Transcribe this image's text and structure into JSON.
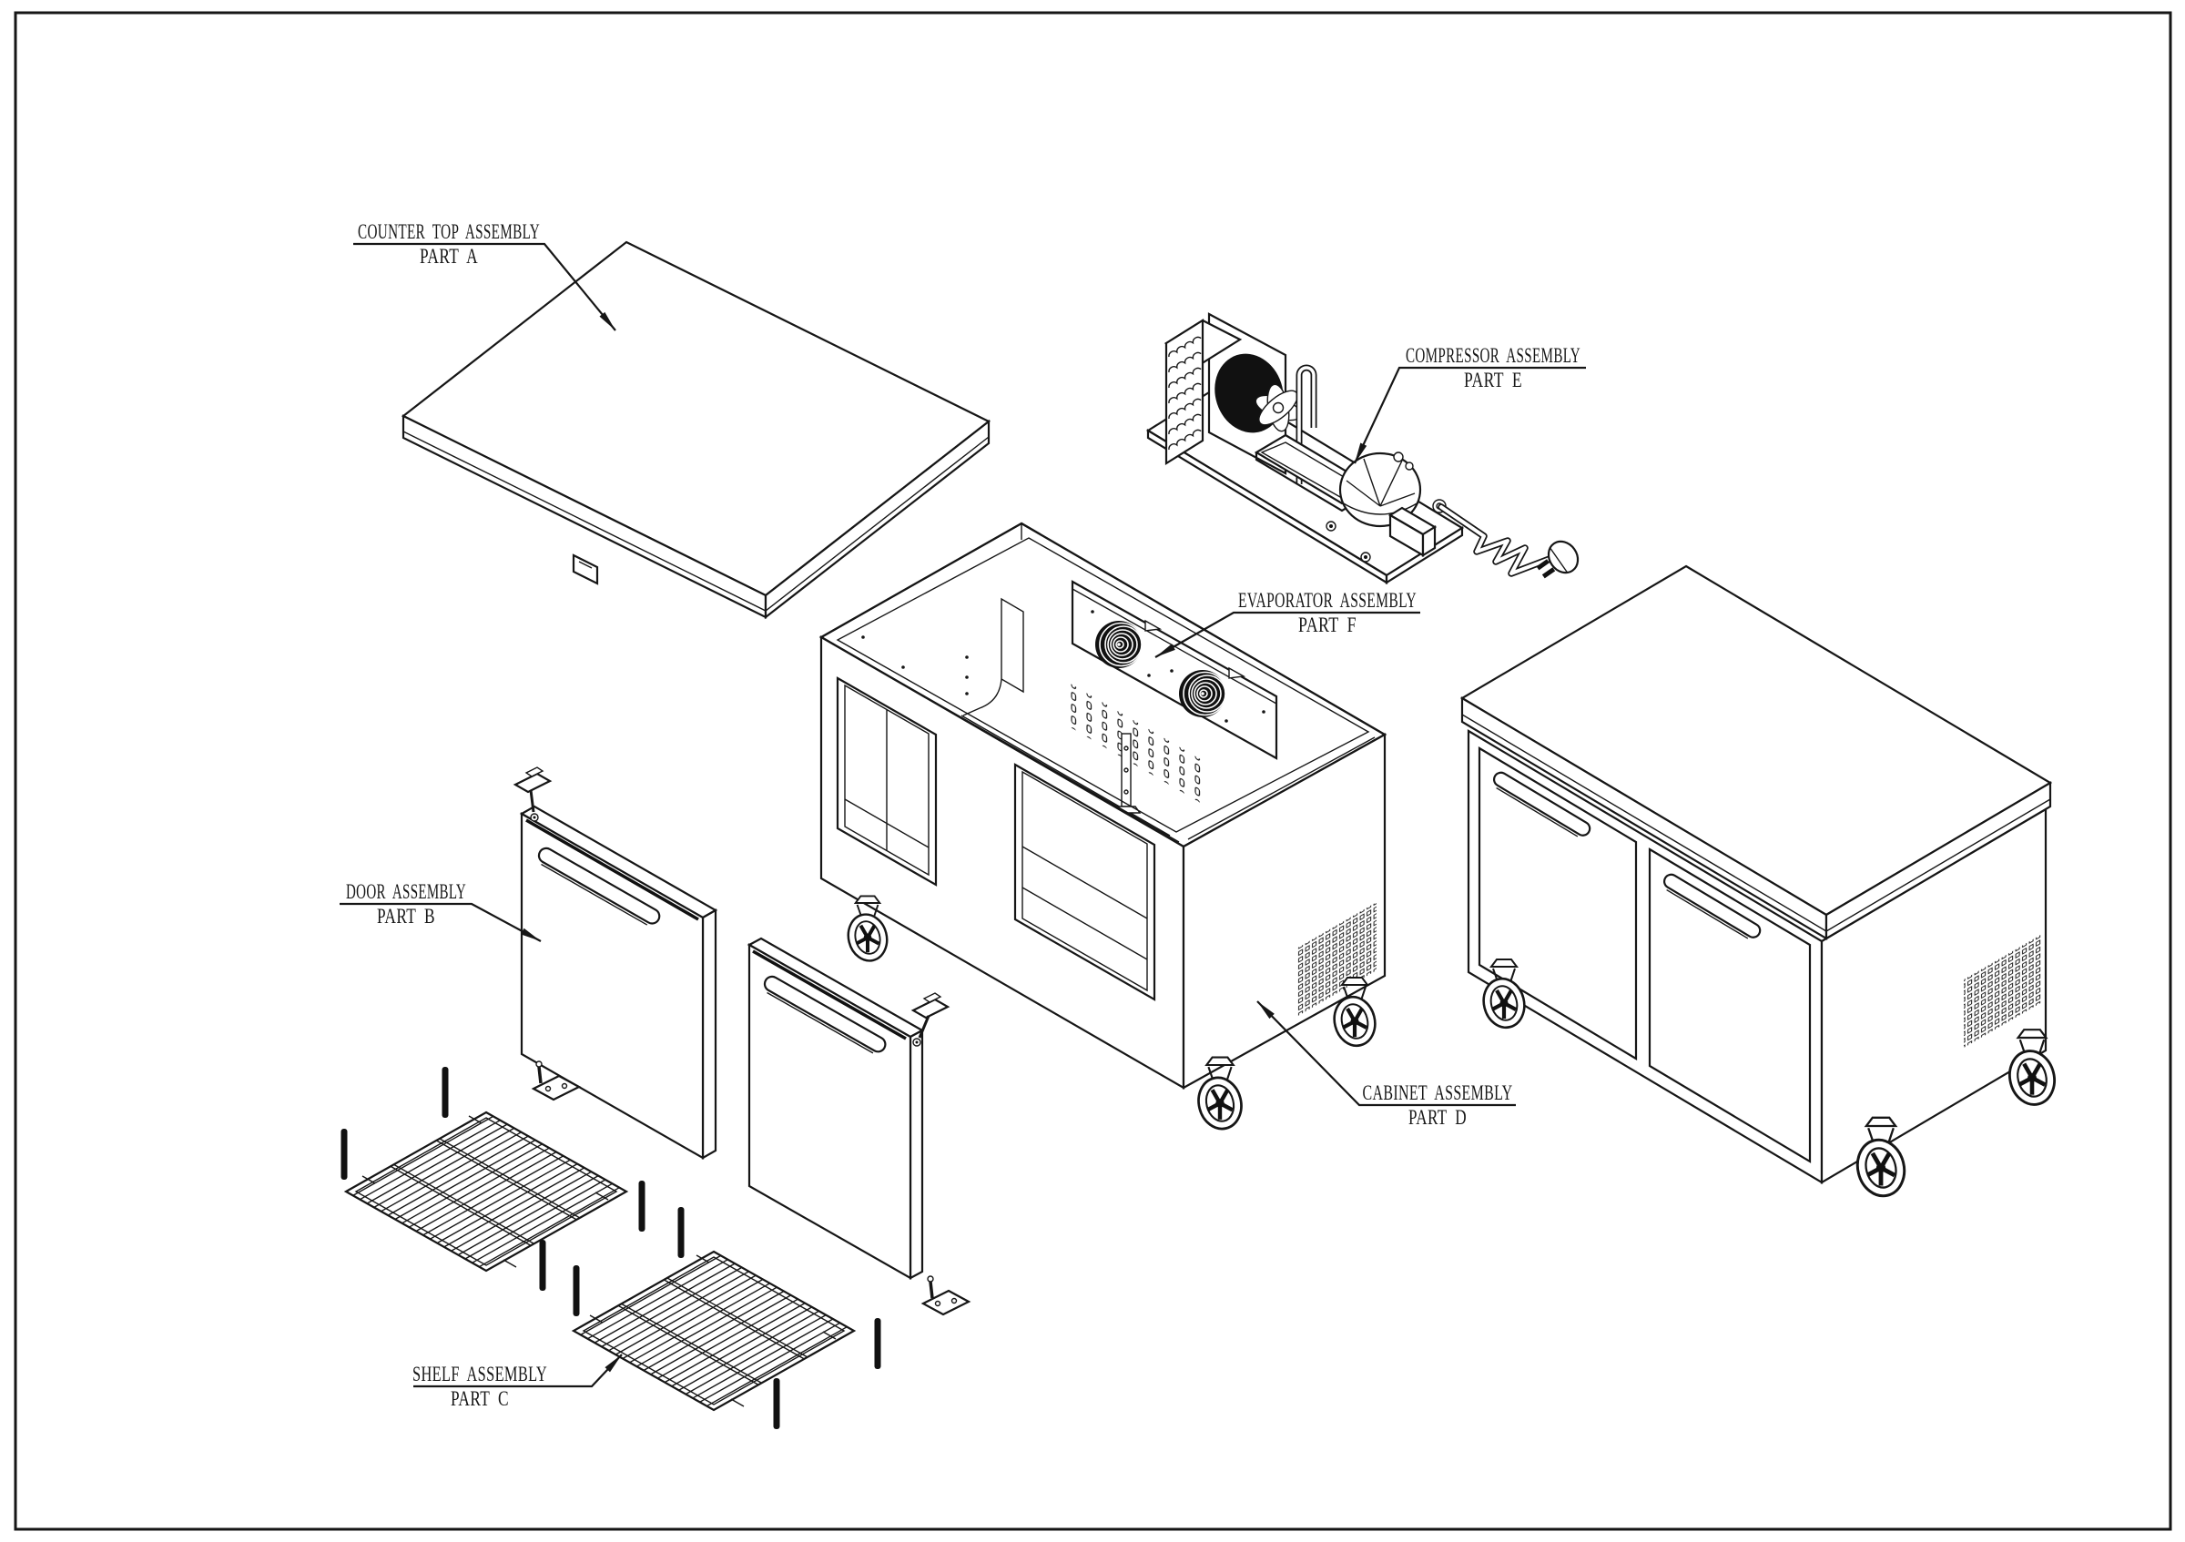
{
  "colors": {
    "background": "#ffffff",
    "line": "#161616"
  },
  "callouts": {
    "part_a": {
      "line1": "COUNTER TOP ASSEMBLY",
      "line2": "PART A"
    },
    "part_b": {
      "line1": "DOOR ASSEMBLY",
      "line2": "PART B"
    },
    "part_c": {
      "line1": "SHELF ASSEMBLY",
      "line2": "PART C"
    },
    "part_d": {
      "line1": "CABINET ASSEMBLY",
      "line2": "PART D"
    },
    "part_e": {
      "line1": "COMPRESSOR ASSEMBLY",
      "line2": "PART E"
    },
    "part_f": {
      "line1": "EVAPORATOR ASSEMBLY",
      "line2": "PART F"
    }
  }
}
